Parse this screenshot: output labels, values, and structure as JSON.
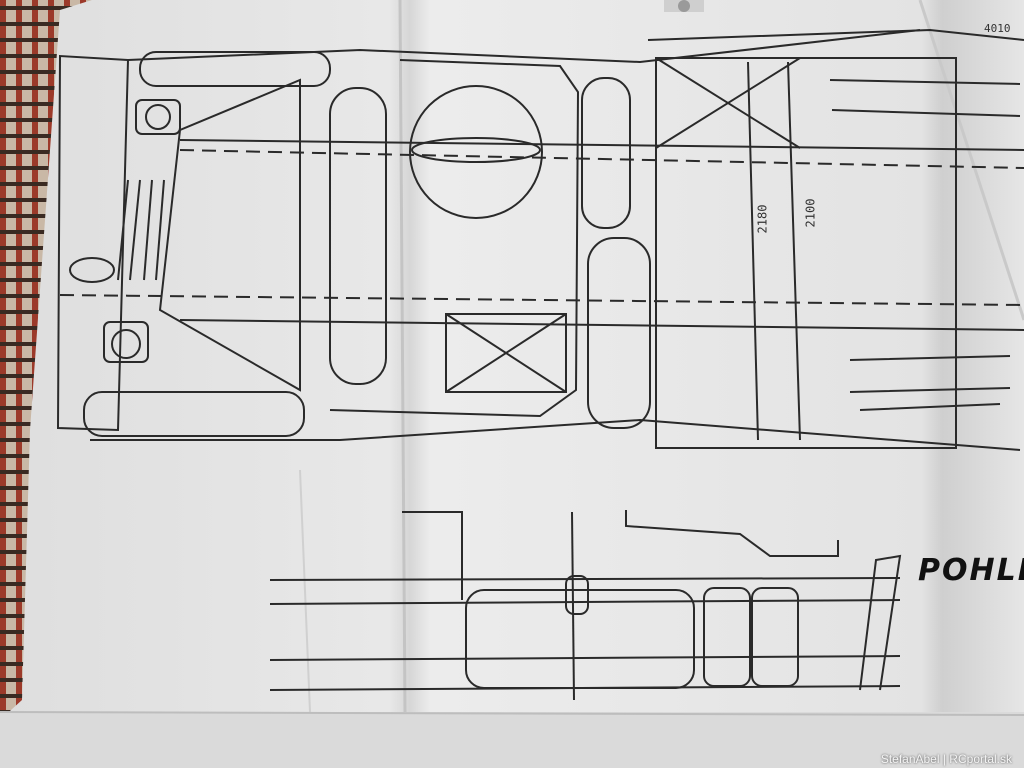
{
  "photo": {
    "subject": "Folded technical blueprint drawing of a vehicle chassis top view",
    "dimension_labels": [
      "2180",
      "2100"
    ],
    "corner_label": "4010",
    "heading_fragment": "POHLE",
    "watermark": "StefanAbel | RCportal.sk"
  },
  "colors": {
    "paper": "#e9e9e9",
    "paper_shadow": "#cfcfcf",
    "ink": "#2a2a2a",
    "tablecloth_red": "#9c3a2a",
    "tablecloth_dark": "#3a2a22"
  }
}
